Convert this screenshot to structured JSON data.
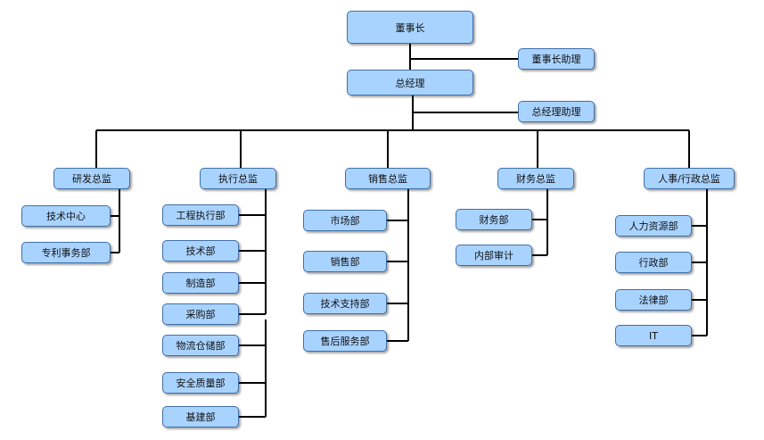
{
  "chairman": "董事长",
  "chairman_assistant": "董事长助理",
  "general_manager": "总经理",
  "gm_assistant": "总经理助理",
  "directors": [
    {
      "title": "研发总监",
      "departments": [
        "技术中心",
        "专利事务部"
      ]
    },
    {
      "title": "执行总监",
      "departments": [
        "工程执行部",
        "技术部",
        "制造部",
        "采购部",
        "物流仓储部",
        "安全质量部",
        "基建部"
      ]
    },
    {
      "title": "销售总监",
      "departments": [
        "市场部",
        "销售部",
        "技术支持部",
        "售后服务部"
      ]
    },
    {
      "title": "财务总监",
      "departments": [
        "财务部",
        "内部审计"
      ]
    },
    {
      "title": "人事/行政总监",
      "departments": [
        "人力资源部",
        "行政部",
        "法律部",
        "IT"
      ]
    }
  ]
}
